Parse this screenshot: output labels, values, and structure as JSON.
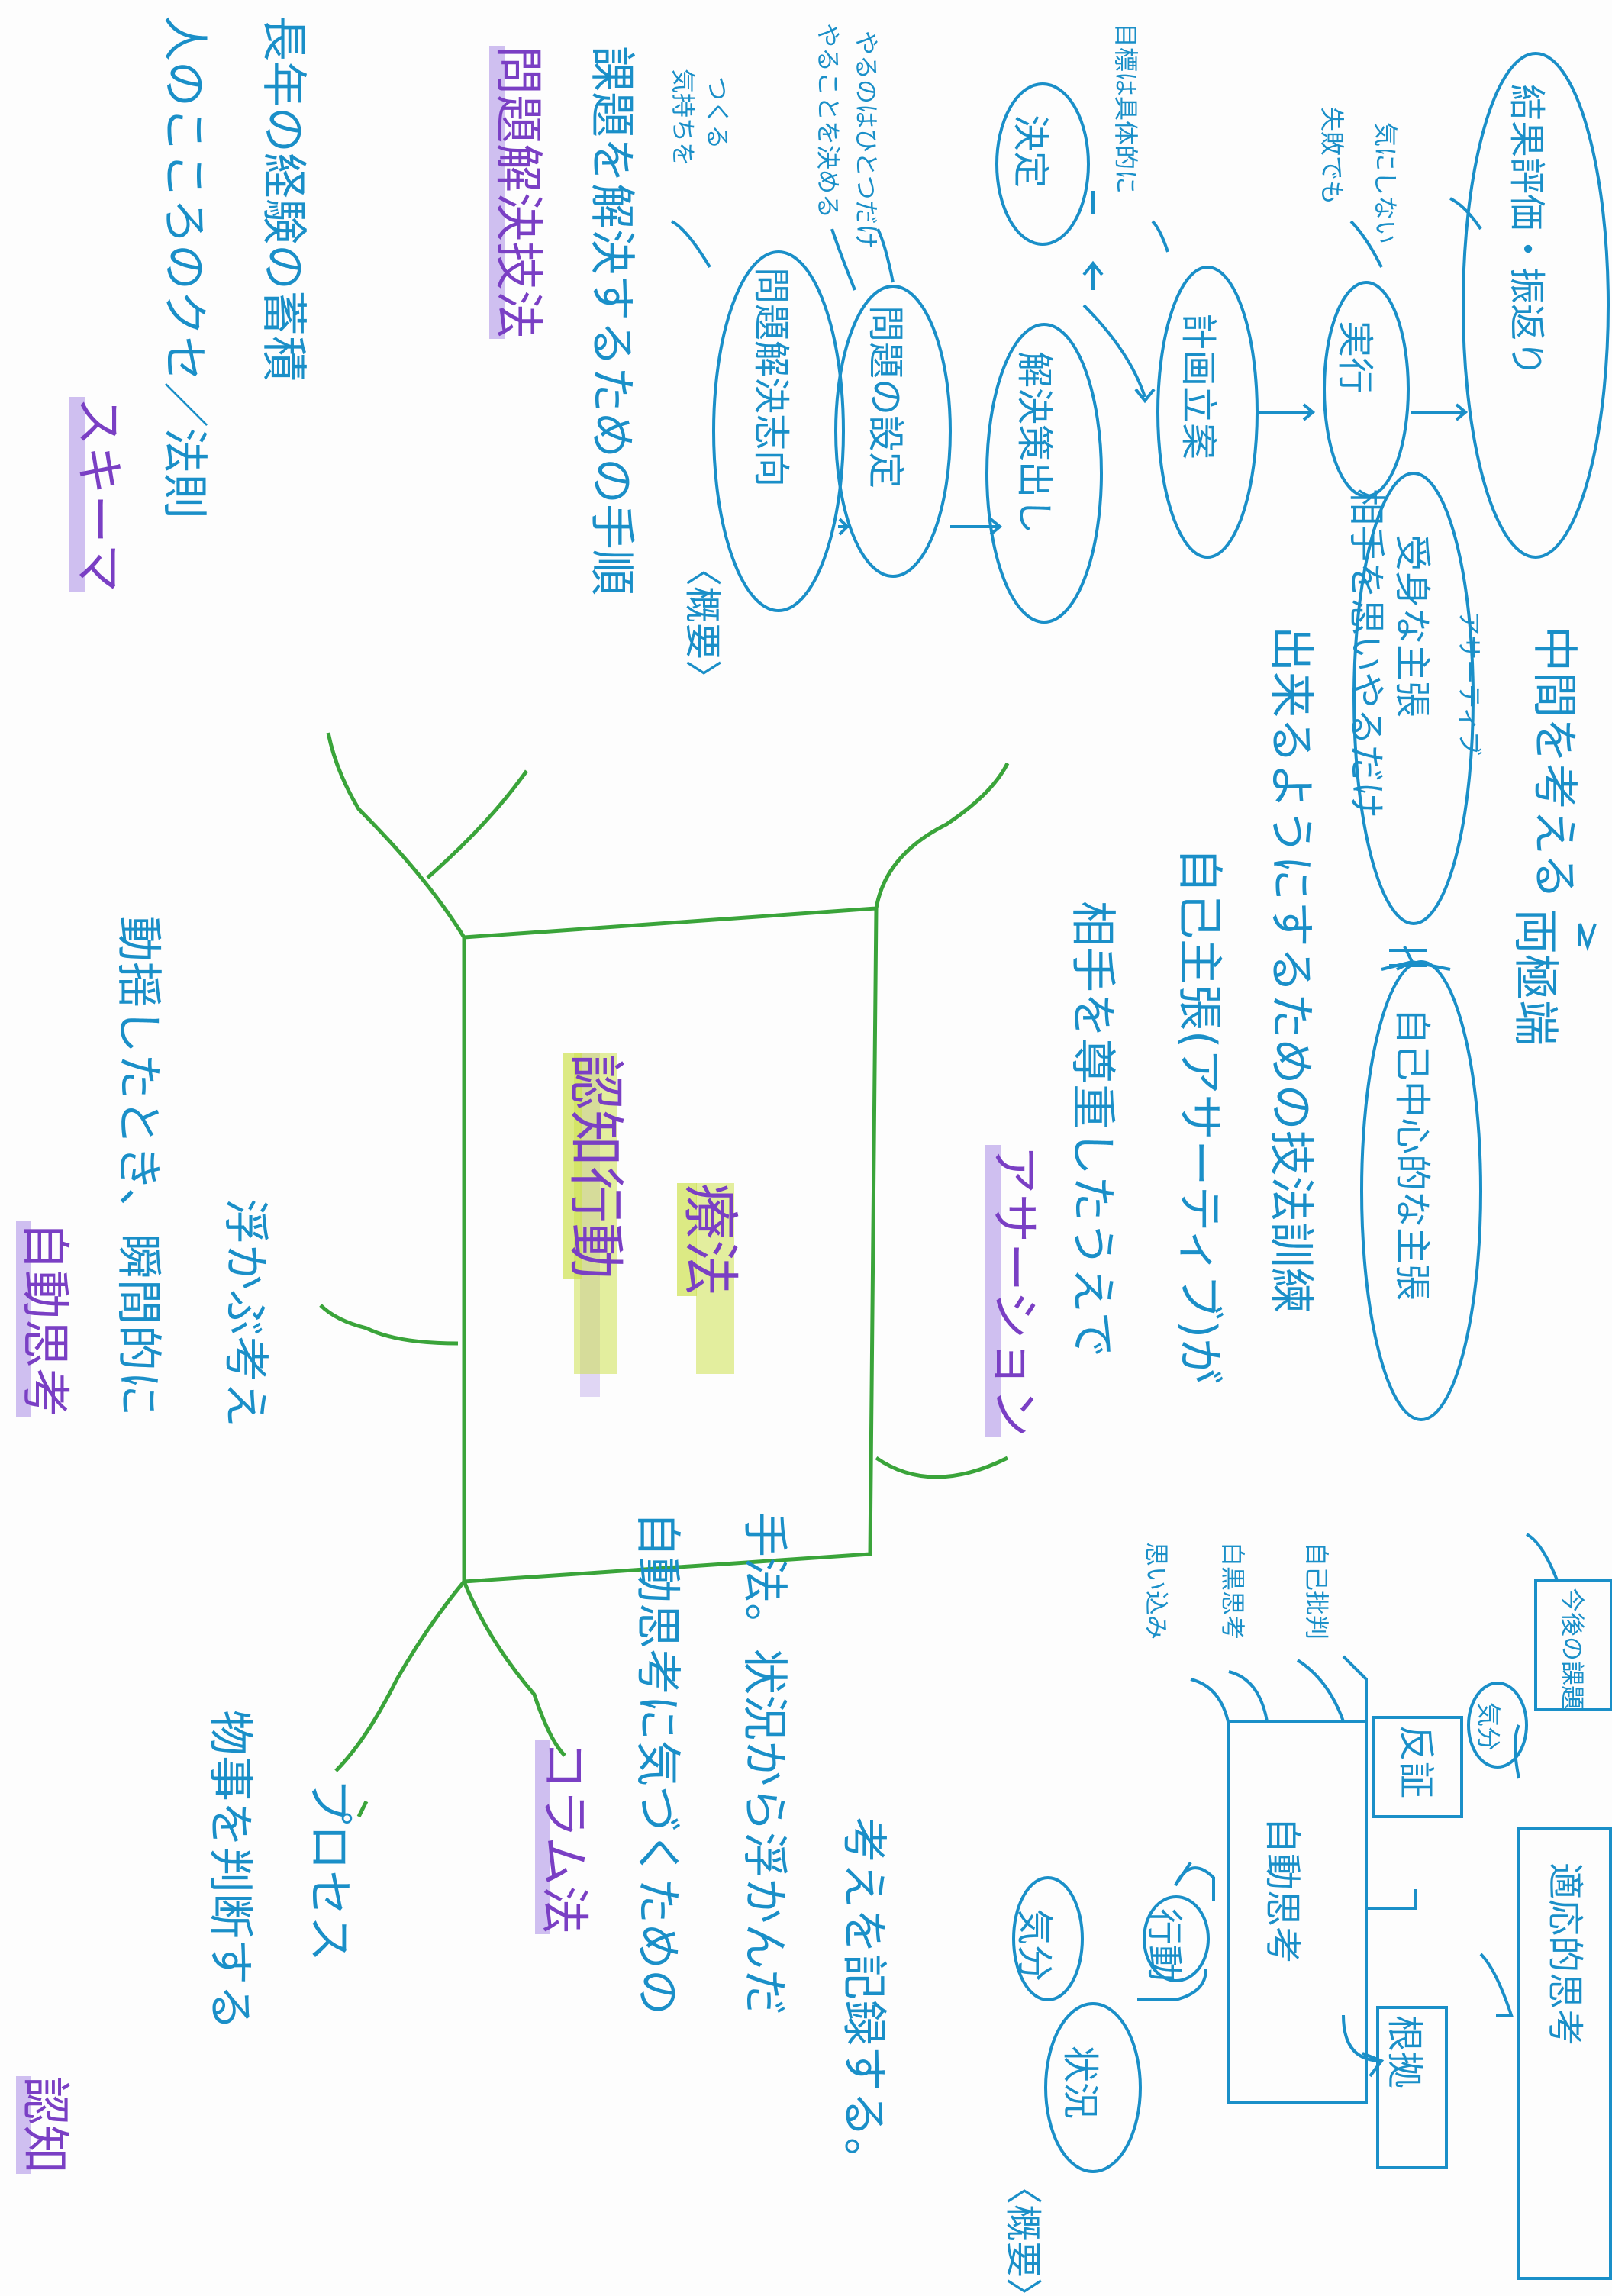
{
  "center": {
    "title": "認知行動",
    "subtitle": "療法"
  },
  "branches": {
    "ninchi": {
      "heading": "認知",
      "lines": [
        "物事を判断する",
        "プロセス"
      ]
    },
    "jidou_shikou": {
      "heading": "自動思考",
      "lines": [
        "動揺したとき、瞬間的に",
        "浮かぶ考え"
      ]
    },
    "column_hou": {
      "heading": "コラム法",
      "lines": [
        "自動思考に気づくための",
        "手法。状況から浮かんだ",
        "考えを記録する。"
      ],
      "overview_label": "〈概要〉",
      "nodes": {
        "joukyou": "状況",
        "kibun": "気分",
        "koudou": "行動",
        "jidou_shikou": "自動思考",
        "omoikomi": "思い込み",
        "kokuhaku_shikou": "白黒思考",
        "jiko_hihan": "自己批判",
        "konkyo": "根拠",
        "hanshou": "反証",
        "tekiou_shikou": "適応的思考",
        "kibun2": "気分",
        "kongo_no_kadai": "今後の課題"
      }
    },
    "schema": {
      "heading": "スキーマ",
      "lines": [
        "人のこころのクセ／法則",
        "長年の経験の蓄積"
      ]
    },
    "mondai_kaiketsu": {
      "heading": "問題解決技法",
      "lines": [
        "課題を解決するための手順"
      ],
      "overview_label": "〈概要〉",
      "nodes": {
        "step1": "問題解決志向",
        "step1_note_1": "気持ちを",
        "step1_note_2": "つくる",
        "step2": "問題の設定",
        "step2_note_1": "やることを決める",
        "step2_note_2": "やるのはひとつだけ",
        "step3": "解決策出し",
        "step4": "決定",
        "step5": "計画立案",
        "step5_note": "目標は具体的に",
        "step6": "実行",
        "step7": "結果評価・振返り",
        "step7_note_1": "失敗でも",
        "step7_note_2": "気にしない"
      }
    },
    "assertion": {
      "heading": "アサーション",
      "lines": [
        "相手を尊重したうえで",
        "自己主張(アサーティブ)が",
        "出来るようにするための技法訓練"
      ],
      "nodes": {
        "self": "自己中心的な主張",
        "other_1": "相手を思いやるだけ",
        "other_2": "受身な主張",
        "ryoukyoku": "両極端",
        "assertive": "アサーティブ",
        "chuukan": "中間を考える"
      }
    }
  },
  "colors": {
    "ink_blue": "#1a8fc8",
    "ink_purple": "#7a3fc4",
    "ink_green": "#3aa43a",
    "marker_purple": "#b39be6",
    "marker_yellow": "#cde150"
  }
}
